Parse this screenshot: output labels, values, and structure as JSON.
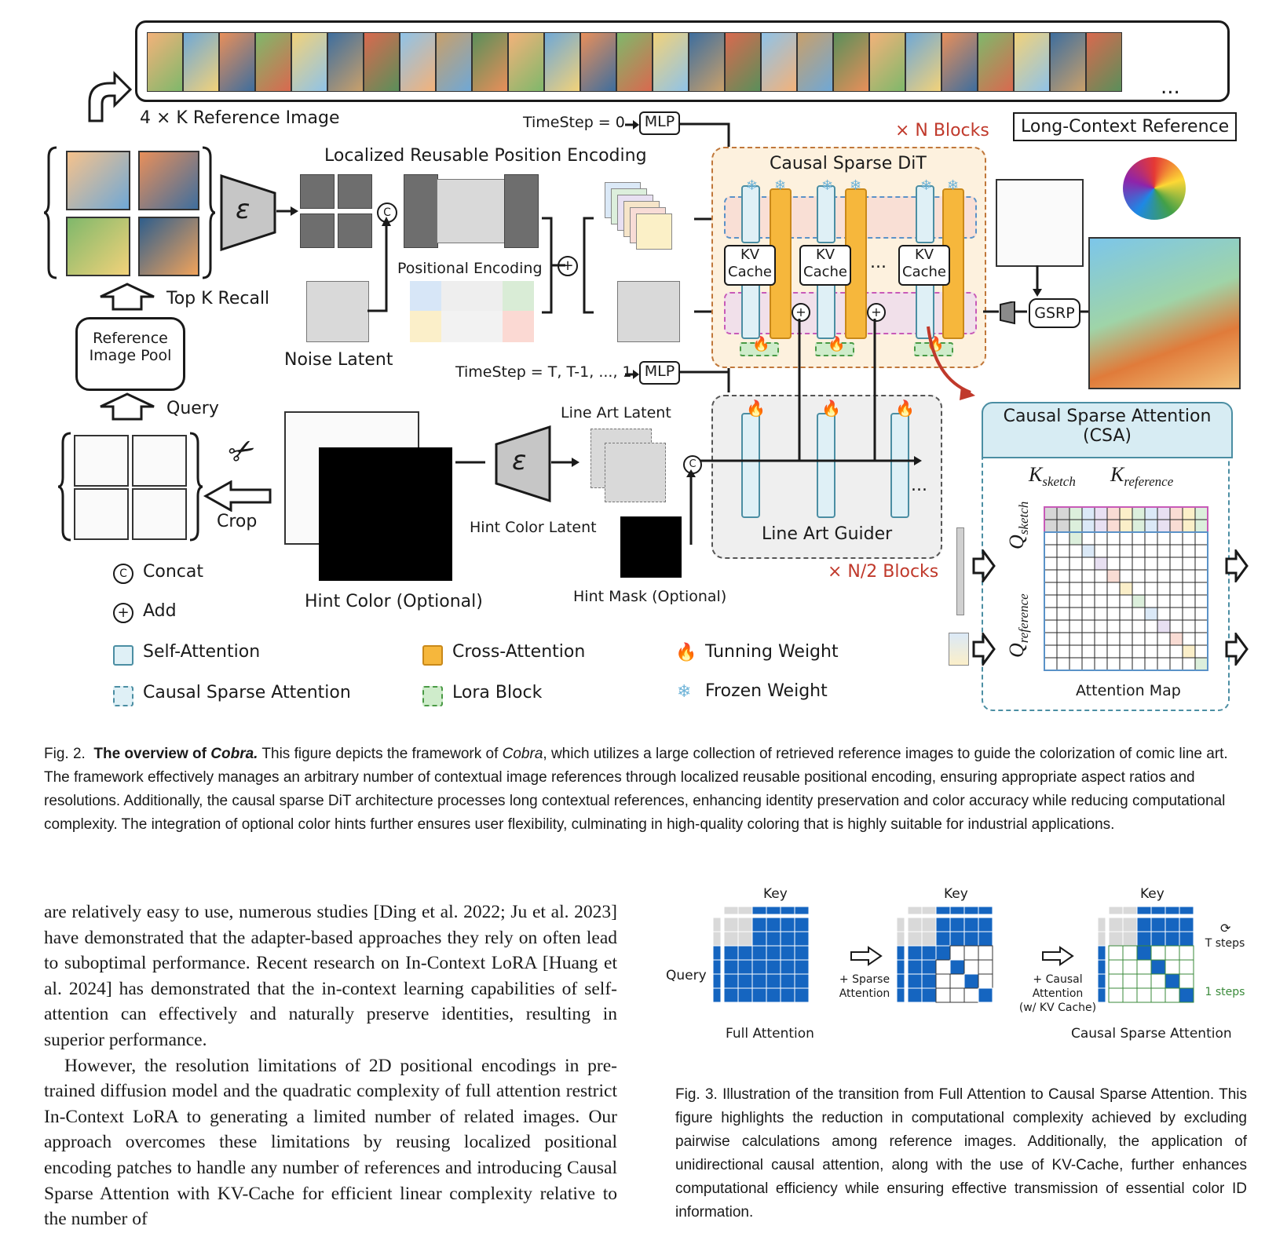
{
  "figure2": {
    "strip_more": "...",
    "long_context_label": "Long-Context Reference",
    "ref_image_label": "4 × K Reference Image",
    "top_k_recall": "Top K Recall",
    "reference_pool": "Reference\nImage Pool",
    "query_label": "Query",
    "crop_label": "Crop",
    "encoder_symbol": "ε",
    "lrpe_label": "Localized Reusable Position Encoding",
    "positional_encoding_label": "Positional Encoding",
    "noise_latent_label": "Noise Latent",
    "timestep_top": "TimeStep = 0",
    "timestep_bottom": "TimeStep = T, T-1, ..., 1",
    "mlp_label": "MLP",
    "n_blocks": "× N Blocks",
    "half_blocks": "× N/2 Blocks",
    "dit_title": "Causal Sparse DiT",
    "kv_cache": "KV\nCache",
    "dots": "...",
    "gsrp": "GSRP",
    "csa_title": "Causal Sparse Attention\n(CSA)",
    "k_sketch": "K",
    "k_sketch_sub": "sketch",
    "k_reference": "K",
    "k_reference_sub": "reference",
    "q_sketch": "Q",
    "q_sketch_sub": "sketch",
    "q_reference": "Q",
    "q_reference_sub": "reference",
    "attention_map": "Attention Map",
    "line_art_latent": "Line Art Latent",
    "hint_color_latent": "Hint Color Latent",
    "hint_color": "Hint Color (Optional)",
    "hint_mask": "Hint Mask (Optional)",
    "line_art_guider": "Line Art Guider",
    "concat_symbol": "C",
    "add_symbol": "+",
    "legend": {
      "concat": "Concat",
      "add": "Add",
      "self_attention": "Self-Attention",
      "causal_sparse_attention": "Causal Sparse Attention",
      "cross_attention": "Cross-Attention",
      "lora_block": "Lora Block",
      "tuning_weight": "Tunning Weight",
      "frozen_weight": "Frozen Weight"
    },
    "colors": {
      "self_attention": "#dff0f6",
      "cross_attention": "#f6b73c",
      "lora": "#cfeccb",
      "panel_dit": "#fdf1de",
      "accent_red": "#c0392b",
      "csa_border": "#4b8ea3"
    }
  },
  "caption2": {
    "prefix": "Fig. 2.",
    "bold_title": "The overview of",
    "bold_name": "Cobra.",
    "text_a": "This figure depicts the framework of",
    "name": "Cobra",
    "text_b": ", which utilizes a large collection of retrieved reference images to guide the colorization of comic line art. The framework effectively manages an arbitrary number of contextual image references through localized reusable positional encoding, ensuring appropriate aspect ratios and resolutions. Additionally, the causal sparse DiT architecture processes long contextual references, enhancing identity preservation and color accuracy while reducing computational complexity. The integration of optional color hints further ensures user flexibility, culminating in high-quality coloring that is highly suitable for industrial applications."
  },
  "body": {
    "p1": "are relatively easy to use, numerous studies [Ding et al. 2022; Ju et al. 2023] have demonstrated that the adapter-based approaches they rely on often lead to suboptimal performance. Recent research on In-Context LoRA [Huang et al. 2024] has demonstrated that the in-context learning capabilities of self-attention can effectively and naturally preserve identities, resulting in superior performance.",
    "p2": "However, the resolution limitations of 2D positional encodings in pre-trained diffusion model and the quadratic complexity of full attention restrict In-Context LoRA to generating a limited number of related images. Our approach overcomes these limitations by reusing localized positional encoding patches to handle any number of references and introducing Causal Sparse Attention with KV-Cache for efficient linear complexity relative to the number of"
  },
  "figure3": {
    "key": "Key",
    "query": "Query",
    "full_attention": "Full Attention",
    "sparse_step": "+ Sparse\nAttention",
    "causal_step": "+ Causal\nAttention\n(w/ KV Cache)",
    "causal_sparse_attention": "Causal Sparse Attention",
    "t_steps": "T steps",
    "one_steps": "1 steps",
    "colors": {
      "blue": "#1565c0",
      "light_blue": "#a9c8ea",
      "green": "#3a8a3a",
      "gray": "#d9d9d9"
    }
  },
  "caption3": {
    "text": "Fig. 3.  Illustration of the transition from Full Attention to Causal Sparse Attention. This figure highlights the reduction in computational complexity achieved by excluding pairwise calculations among reference images. Additionally, the application of unidirectional causal attention, along with the use of KV-Cache, further enhances computational efficiency while ensuring effective transmission of essential color ID information."
  }
}
